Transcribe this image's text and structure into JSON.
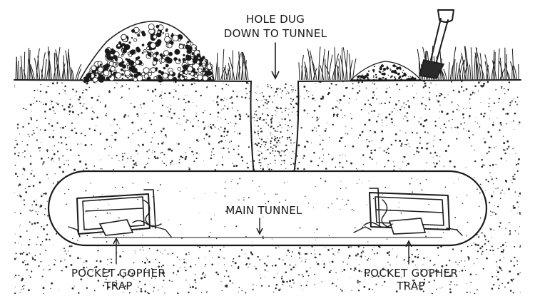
{
  "labels": {
    "hole_line1": "HOLE DUG",
    "hole_line2": "DOWN TO TUNNEL",
    "tunnel": "MAIN TUNNEL",
    "trap_left_line1": "POCKET GOPHER",
    "trap_left_line2": "TRAP",
    "trap_right_line1": "POCKET GOPHER",
    "trap_right_line2": "TRAP"
  },
  "colors": {
    "ink": "#1a1a1a",
    "background": "#ffffff",
    "soil_stipple": "#2a2a2a"
  }
}
